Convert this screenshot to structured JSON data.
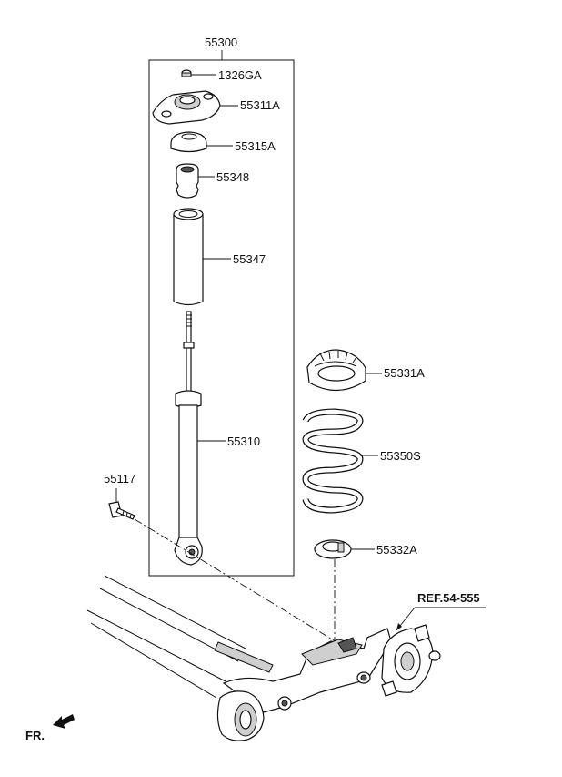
{
  "labels": {
    "assembly": "55300",
    "nut": "1326GA",
    "mount": "55311A",
    "cap": "55315A",
    "bumper": "55348",
    "dust_cover": "55347",
    "shock": "55310",
    "bolt": "55117",
    "upper_seat": "55331A",
    "spring": "55350S",
    "lower_seat": "55332A",
    "ref": "REF.54-555",
    "front": "FR."
  }
}
